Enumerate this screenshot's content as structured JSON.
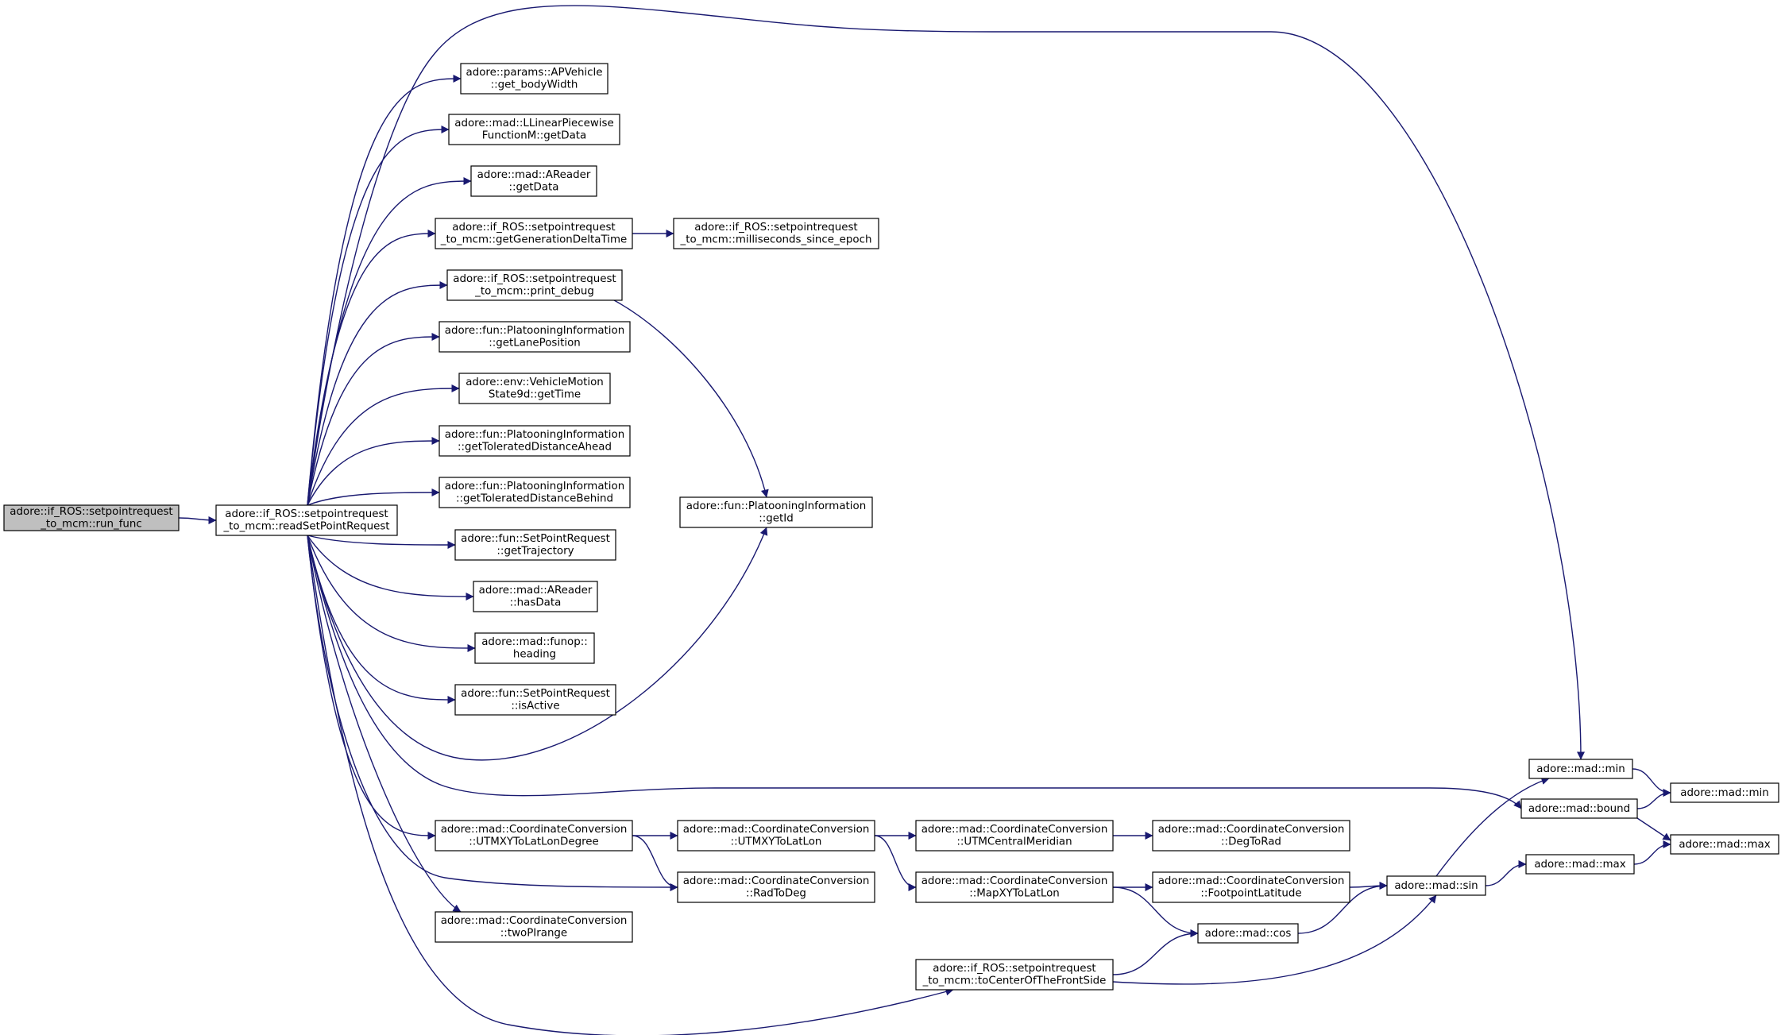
{
  "colors": {
    "edge": "#191970",
    "node_border": "#000000",
    "node_fill": "#ffffff",
    "root_fill": "#bfbfbf"
  },
  "nodes": [
    {
      "id": "run_func",
      "lines": [
        "adore::if_ROS::setpointrequest",
        "_to_mcm::run_func"
      ],
      "root": true
    },
    {
      "id": "readSetPointRequest",
      "lines": [
        "adore::if_ROS::setpointrequest",
        "_to_mcm::readSetPointRequest"
      ]
    },
    {
      "id": "get_bodyWidth",
      "lines": [
        "adore::params::APVehicle",
        "::get_bodyWidth"
      ]
    },
    {
      "id": "llpf_getData",
      "lines": [
        "adore::mad::LLinearPiecewise",
        "FunctionM::getData"
      ]
    },
    {
      "id": "areader_getData",
      "lines": [
        "adore::mad::AReader",
        "::getData"
      ]
    },
    {
      "id": "getGenerationDeltaTime",
      "lines": [
        "adore::if_ROS::setpointrequest",
        "_to_mcm::getGenerationDeltaTime"
      ]
    },
    {
      "id": "milliseconds_since_epoch",
      "lines": [
        "adore::if_ROS::setpointrequest",
        "_to_mcm::milliseconds_since_epoch"
      ]
    },
    {
      "id": "print_debug",
      "lines": [
        "adore::if_ROS::setpointrequest",
        "_to_mcm::print_debug"
      ]
    },
    {
      "id": "getLanePosition",
      "lines": [
        "adore::fun::PlatooningInformation",
        "::getLanePosition"
      ]
    },
    {
      "id": "getTime",
      "lines": [
        "adore::env::VehicleMotion",
        "State9d::getTime"
      ]
    },
    {
      "id": "getToleratedDistanceAhead",
      "lines": [
        "adore::fun::PlatooningInformation",
        "::getToleratedDistanceAhead"
      ]
    },
    {
      "id": "getToleratedDistanceBehind",
      "lines": [
        "adore::fun::PlatooningInformation",
        "::getToleratedDistanceBehind"
      ]
    },
    {
      "id": "getId",
      "lines": [
        "adore::fun::PlatooningInformation",
        "::getId"
      ]
    },
    {
      "id": "getTrajectory",
      "lines": [
        "adore::fun::SetPointRequest",
        "::getTrajectory"
      ]
    },
    {
      "id": "hasData",
      "lines": [
        "adore::mad::AReader",
        "::hasData"
      ]
    },
    {
      "id": "heading",
      "lines": [
        "adore::mad::funop::",
        "heading"
      ]
    },
    {
      "id": "isActive",
      "lines": [
        "adore::fun::SetPointRequest",
        "::isActive"
      ]
    },
    {
      "id": "min_a",
      "lines": [
        "adore::mad::min"
      ]
    },
    {
      "id": "min_b",
      "lines": [
        "adore::mad::min"
      ]
    },
    {
      "id": "bound",
      "lines": [
        "adore::mad::bound"
      ]
    },
    {
      "id": "max_b",
      "lines": [
        "adore::mad::max"
      ]
    },
    {
      "id": "max_a",
      "lines": [
        "adore::mad::max"
      ]
    },
    {
      "id": "UTMXYToLatLonDegree",
      "lines": [
        "adore::mad::CoordinateConversion",
        "::UTMXYToLatLonDegree"
      ]
    },
    {
      "id": "UTMXYToLatLon",
      "lines": [
        "adore::mad::CoordinateConversion",
        "::UTMXYToLatLon"
      ]
    },
    {
      "id": "UTMCentralMeridian",
      "lines": [
        "adore::mad::CoordinateConversion",
        "::UTMCentralMeridian"
      ]
    },
    {
      "id": "DegToRad",
      "lines": [
        "adore::mad::CoordinateConversion",
        "::DegToRad"
      ]
    },
    {
      "id": "RadToDeg",
      "lines": [
        "adore::mad::CoordinateConversion",
        "::RadToDeg"
      ]
    },
    {
      "id": "MapXYToLatLon",
      "lines": [
        "adore::mad::CoordinateConversion",
        "::MapXYToLatLon"
      ]
    },
    {
      "id": "FootpointLatitude",
      "lines": [
        "adore::mad::CoordinateConversion",
        "::FootpointLatitude"
      ]
    },
    {
      "id": "sin",
      "lines": [
        "adore::mad::sin"
      ]
    },
    {
      "id": "cos",
      "lines": [
        "adore::mad::cos"
      ]
    },
    {
      "id": "twoPIrange",
      "lines": [
        "adore::mad::CoordinateConversion",
        "::twoPIrange"
      ]
    },
    {
      "id": "toCenterOfTheFrontSide",
      "lines": [
        "adore::if_ROS::setpointrequest",
        "_to_mcm::toCenterOfTheFrontSide"
      ]
    }
  ],
  "edges": [
    {
      "from": "run_func",
      "to": "readSetPointRequest"
    },
    {
      "from": "readSetPointRequest",
      "to": "min_a"
    },
    {
      "from": "readSetPointRequest",
      "to": "get_bodyWidth"
    },
    {
      "from": "readSetPointRequest",
      "to": "llpf_getData"
    },
    {
      "from": "readSetPointRequest",
      "to": "areader_getData"
    },
    {
      "from": "readSetPointRequest",
      "to": "getGenerationDeltaTime"
    },
    {
      "from": "readSetPointRequest",
      "to": "print_debug"
    },
    {
      "from": "readSetPointRequest",
      "to": "getLanePosition"
    },
    {
      "from": "readSetPointRequest",
      "to": "getTime"
    },
    {
      "from": "readSetPointRequest",
      "to": "getToleratedDistanceAhead"
    },
    {
      "from": "readSetPointRequest",
      "to": "getToleratedDistanceBehind"
    },
    {
      "from": "readSetPointRequest",
      "to": "getTrajectory"
    },
    {
      "from": "readSetPointRequest",
      "to": "hasData"
    },
    {
      "from": "readSetPointRequest",
      "to": "heading"
    },
    {
      "from": "readSetPointRequest",
      "to": "isActive"
    },
    {
      "from": "readSetPointRequest",
      "to": "getId"
    },
    {
      "from": "readSetPointRequest",
      "to": "bound"
    },
    {
      "from": "readSetPointRequest",
      "to": "UTMXYToLatLonDegree"
    },
    {
      "from": "readSetPointRequest",
      "to": "RadToDeg"
    },
    {
      "from": "readSetPointRequest",
      "to": "twoPIrange"
    },
    {
      "from": "readSetPointRequest",
      "to": "toCenterOfTheFrontSide"
    },
    {
      "from": "getGenerationDeltaTime",
      "to": "milliseconds_since_epoch"
    },
    {
      "from": "print_debug",
      "to": "getId"
    },
    {
      "from": "UTMXYToLatLonDegree",
      "to": "UTMXYToLatLon"
    },
    {
      "from": "UTMXYToLatLonDegree",
      "to": "RadToDeg"
    },
    {
      "from": "UTMXYToLatLon",
      "to": "UTMCentralMeridian"
    },
    {
      "from": "UTMXYToLatLon",
      "to": "MapXYToLatLon"
    },
    {
      "from": "UTMCentralMeridian",
      "to": "DegToRad"
    },
    {
      "from": "MapXYToLatLon",
      "to": "FootpointLatitude"
    },
    {
      "from": "MapXYToLatLon",
      "to": "cos"
    },
    {
      "from": "FootpointLatitude",
      "to": "sin"
    },
    {
      "from": "cos",
      "to": "sin"
    },
    {
      "from": "toCenterOfTheFrontSide",
      "to": "cos"
    },
    {
      "from": "toCenterOfTheFrontSide",
      "to": "sin"
    },
    {
      "from": "sin",
      "to": "min_a"
    },
    {
      "from": "sin",
      "to": "max_a"
    },
    {
      "from": "min_a",
      "to": "min_b"
    },
    {
      "from": "bound",
      "to": "min_b"
    },
    {
      "from": "bound",
      "to": "max_b"
    },
    {
      "from": "max_a",
      "to": "max_b"
    }
  ]
}
